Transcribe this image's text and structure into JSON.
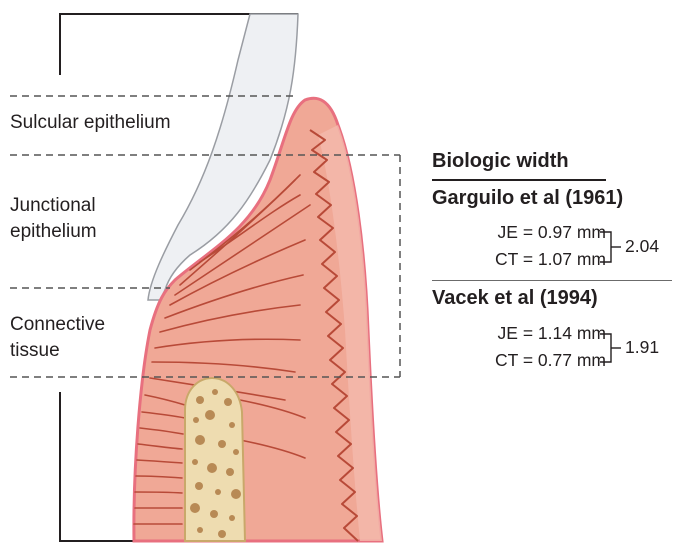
{
  "labels": {
    "sulcular": "Sulcular epithelium",
    "junctional": [
      "Junctional",
      "epithelium"
    ],
    "connective": [
      "Connective",
      "tissue"
    ]
  },
  "panel": {
    "title": "Biologic width",
    "studies": [
      {
        "name": "Garguilo et al (1961)",
        "je": "JE = 0.97 mm",
        "ct": "CT = 1.07 mm",
        "total": "2.04"
      },
      {
        "name": "Vacek et al (1994)",
        "je": "JE = 1.14 mm",
        "ct": "CT = 0.77 mm",
        "total": "1.91"
      }
    ]
  },
  "colors": {
    "gingiva": "#f0a896",
    "gingiva_edge": "#e8707f",
    "bone": "#eedcb0",
    "tooth": "#eef0f3",
    "fibers": "#b84a38"
  }
}
